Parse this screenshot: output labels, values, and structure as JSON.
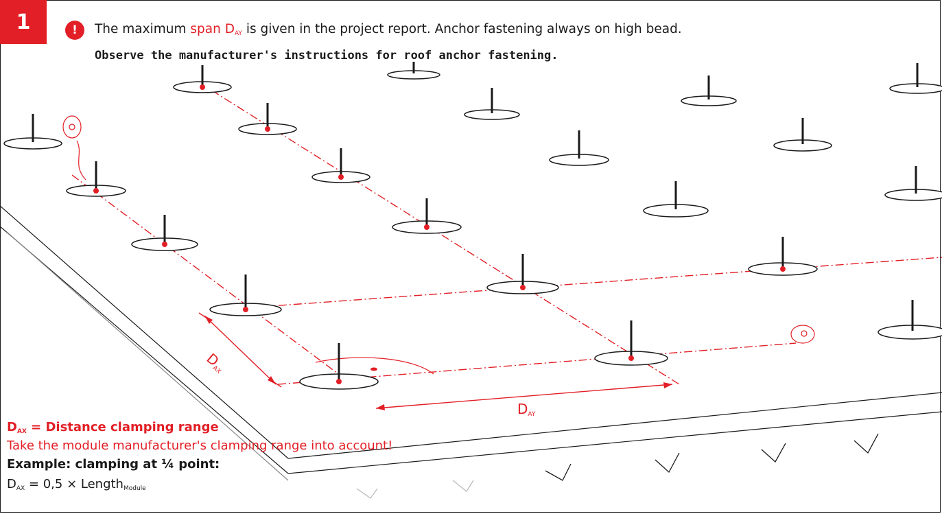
{
  "step": {
    "number": "1"
  },
  "warning": {
    "icon": "exclamation-icon",
    "symbol": "!",
    "color": "#e21f26"
  },
  "note": {
    "pre": "The maximum ",
    "span_label": "span D",
    "span_sub": "AY",
    "post": " is given in the project report. Anchor fastening always on high bead.",
    "bold_line": "Observe the manufacturer's instructions for roof anchor fastening."
  },
  "dimensions": {
    "dax": {
      "main": "D",
      "sub": "AX"
    },
    "day": {
      "main": "D",
      "sub": "AY"
    }
  },
  "legend": {
    "title_main": "D",
    "title_sub": "AX",
    "title_rest": " = Distance clamping range",
    "note": "Take the module manufacturer's clamping range into account!",
    "example": "Example: clamping at ¼ point:",
    "formula_main": "D",
    "formula_sub": "AX",
    "formula_mid": " = 0,5 × Length",
    "formula_sub2": "Module"
  },
  "colors": {
    "accent": "#e21f26",
    "line": "#1a1a1a"
  }
}
